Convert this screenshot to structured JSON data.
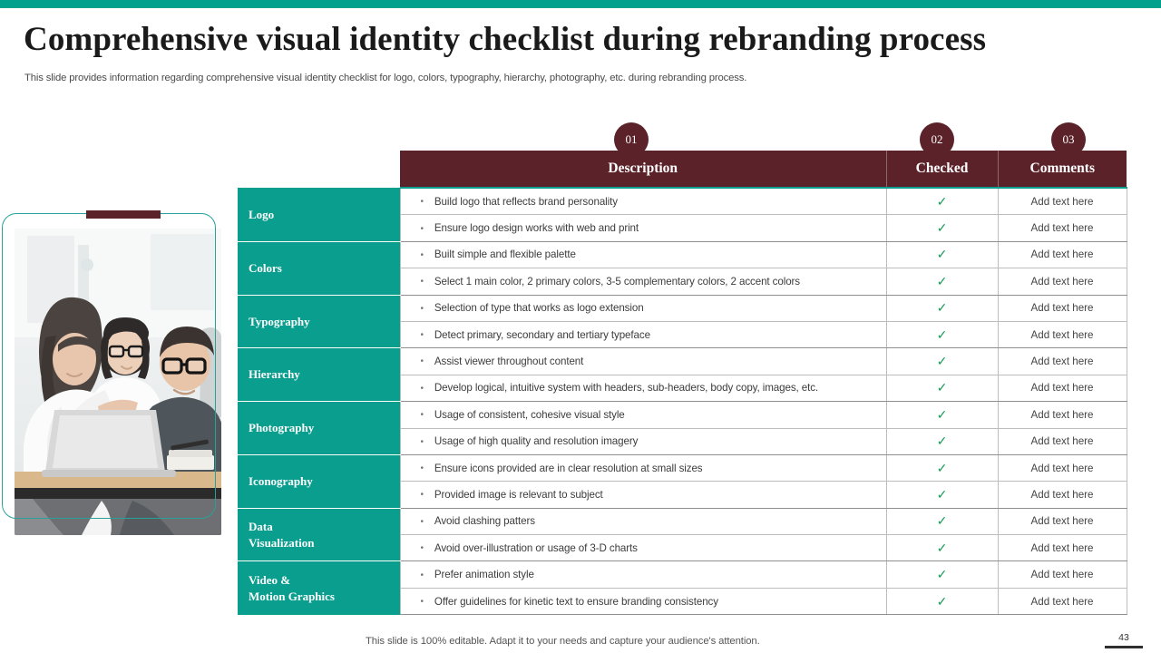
{
  "theme": {
    "teal": "#00a08c",
    "teal_cell": "#0a9e8e",
    "maroon": "#5c2229",
    "check_green": "#1a9c57"
  },
  "header": {
    "title": "Comprehensive visual identity checklist during rebranding process",
    "subtitle": "This slide provides information regarding comprehensive visual identity checklist for logo, colors, typography,  hierarchy, photography, etc.  during rebranding process."
  },
  "badges": [
    {
      "id": "01",
      "label": "01"
    },
    {
      "id": "02",
      "label": "02"
    },
    {
      "id": "03",
      "label": "03"
    }
  ],
  "table": {
    "headers": {
      "category": "",
      "description": "Description",
      "checked": "Checked",
      "comments": "Comments"
    },
    "bullet": "•",
    "check_glyph": "✓",
    "groups": [
      {
        "category": "Logo",
        "rows": [
          {
            "description": "Build logo that reflects brand personality",
            "checked": true,
            "comment": "Add text here"
          },
          {
            "description": "Ensure logo design works with web and print",
            "checked": true,
            "comment": "Add text here"
          }
        ]
      },
      {
        "category": "Colors",
        "rows": [
          {
            "description": "Built simple and flexible palette",
            "checked": true,
            "comment": "Add text here"
          },
          {
            "description": "Select 1 main color, 2 primary colors, 3-5 complementary colors, 2 accent colors",
            "checked": true,
            "comment": "Add text here"
          }
        ]
      },
      {
        "category": "Typography",
        "rows": [
          {
            "description": "Selection of type that works as logo extension",
            "checked": true,
            "comment": "Add text here"
          },
          {
            "description": "Detect primary, secondary and tertiary typeface",
            "checked": true,
            "comment": "Add text here"
          }
        ]
      },
      {
        "category": "Hierarchy",
        "rows": [
          {
            "description": "Assist viewer throughout content",
            "checked": true,
            "comment": "Add text here"
          },
          {
            "description": "Develop logical, intuitive system with headers, sub-headers, body copy, images, etc.",
            "checked": true,
            "comment": "Add text here"
          }
        ]
      },
      {
        "category": "Photography",
        "rows": [
          {
            "description": "Usage of consistent, cohesive visual style",
            "checked": true,
            "comment": "Add text here"
          },
          {
            "description": "Usage of high quality and resolution imagery",
            "checked": true,
            "comment": "Add text here"
          }
        ]
      },
      {
        "category": "Iconography",
        "rows": [
          {
            "description": "Ensure icons provided  are in clear resolution at small sizes",
            "checked": true,
            "comment": "Add text here"
          },
          {
            "description": "Provided  image is relevant to subject",
            "checked": true,
            "comment": "Add text here"
          }
        ]
      },
      {
        "category": "Data\nVisualization",
        "rows": [
          {
            "description": "Avoid clashing patters",
            "checked": true,
            "comment": "Add text here"
          },
          {
            "description": "Avoid over-illustration  or usage of 3-D charts",
            "checked": true,
            "comment": "Add text here"
          }
        ]
      },
      {
        "category": "Video &\nMotion Graphics",
        "rows": [
          {
            "description": "Prefer animation style",
            "checked": true,
            "comment": "Add text here"
          },
          {
            "description": "Offer guidelines for kinetic text to ensure branding consistency",
            "checked": true,
            "comment": "Add text here"
          }
        ]
      }
    ]
  },
  "image_block": {
    "alt": "team-collaborating-at-laptop-photo"
  },
  "footer": {
    "note": "This slide is 100% editable. Adapt it to your needs and capture your audience's attention.",
    "page_number": "43"
  }
}
